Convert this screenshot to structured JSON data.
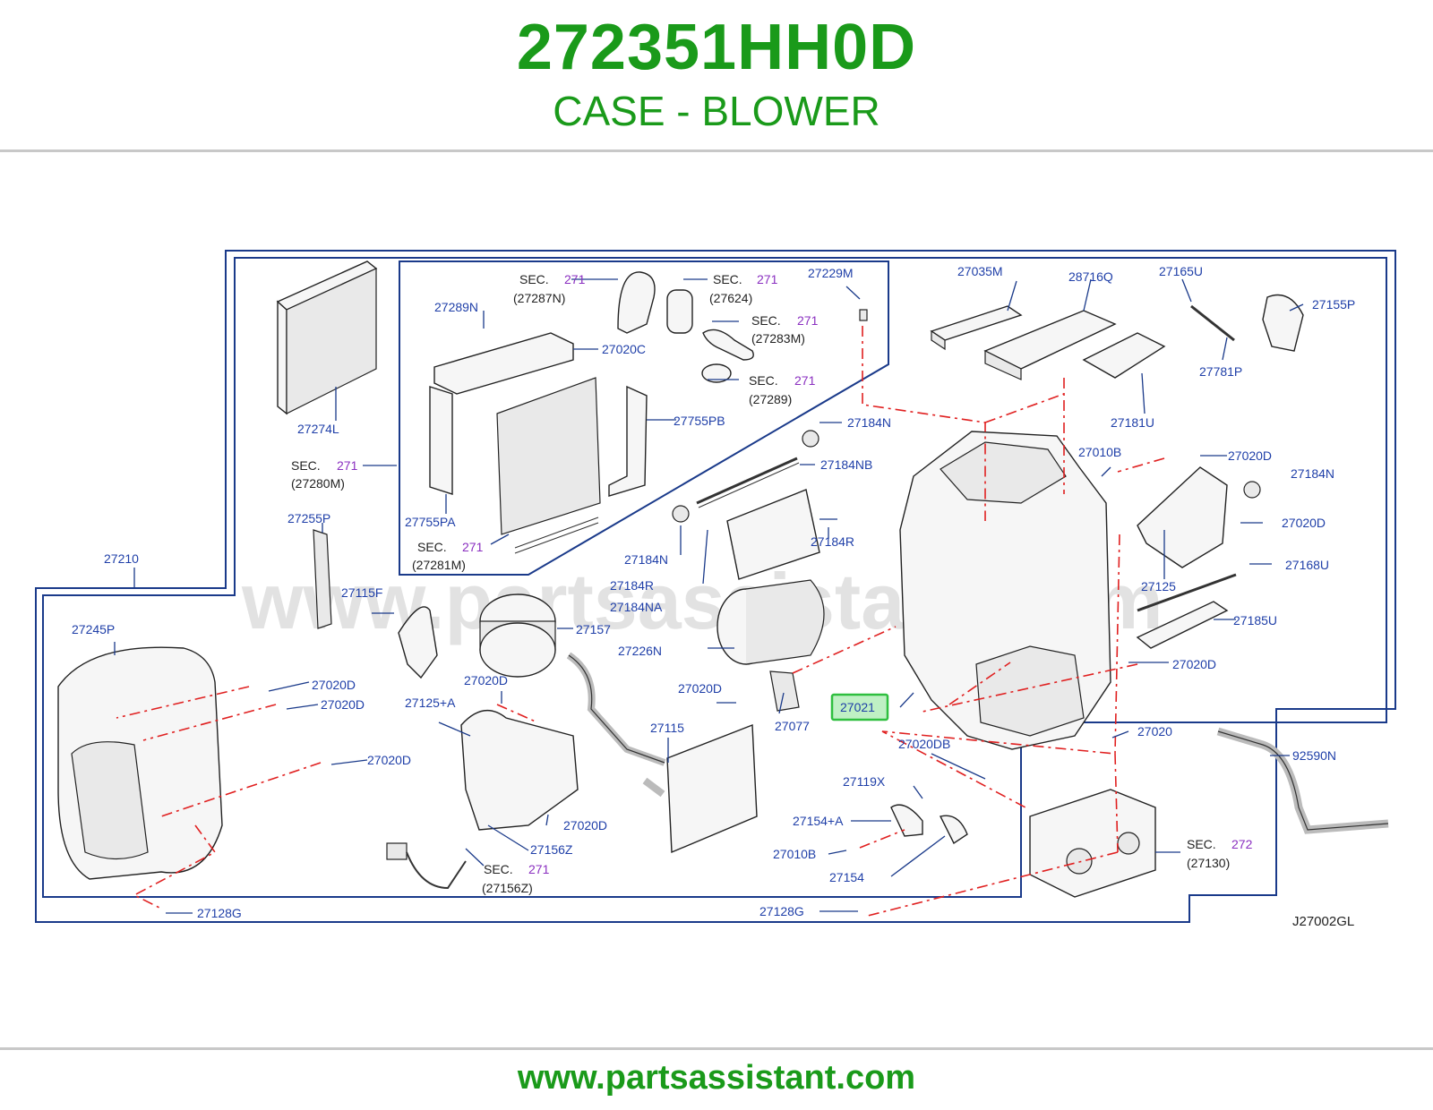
{
  "title": "272351HH0D",
  "subtitle": "CASE - BLOWER",
  "footer_url": "www.partsassistant.com",
  "watermark": "www.partsassistant.com",
  "diagram_code": "J27002GL",
  "highlighted_label": "27021",
  "colors": {
    "title_green": "#1a9a1a",
    "label_blue": "#1f3fa8",
    "sec_purple": "#8a2fc0",
    "leader_navy": "#1a3a8a",
    "dash_red": "#e02020",
    "highlight_fill": "#bff0c4",
    "highlight_border": "#2fbf3f"
  },
  "labels": [
    "27289N",
    "27020C",
    "27755PB",
    "27274L",
    "27755PA",
    "27210",
    "27255P",
    "27115F",
    "27245P",
    "27020D",
    "27020D",
    "27020D",
    "27128G",
    "27229M",
    "27184N",
    "27184NB",
    "27184N",
    "27184R",
    "27184R",
    "27184NA",
    "27157",
    "27226N",
    "27020D",
    "27077",
    "27125+A",
    "27020D",
    "27115",
    "27020D",
    "27156Z",
    "27035M",
    "28716Q",
    "27165U",
    "27155P",
    "27781P",
    "27181U",
    "27010B",
    "27020D",
    "27184N",
    "27020D",
    "27125",
    "27168U",
    "27185U",
    "27020D",
    "27020",
    "27020DB",
    "27119X",
    "27154+A",
    "27010B",
    "27154",
    "27128G",
    "92590N"
  ],
  "section_refs": [
    {
      "sec": "SEC.",
      "num": "271",
      "ref": "(27287N)"
    },
    {
      "sec": "SEC.",
      "num": "271",
      "ref": "(27624)"
    },
    {
      "sec": "SEC.",
      "num": "271",
      "ref": "(27283M)"
    },
    {
      "sec": "SEC.",
      "num": "271",
      "ref": "(27289)"
    },
    {
      "sec": "SEC.",
      "num": "271",
      "ref": "(27280M)"
    },
    {
      "sec": "SEC.",
      "num": "271",
      "ref": "(27281M)"
    },
    {
      "sec": "SEC.",
      "num": "271",
      "ref": "(27156Z)"
    },
    {
      "sec": "SEC.",
      "num": "272",
      "ref": "(27130)"
    }
  ]
}
